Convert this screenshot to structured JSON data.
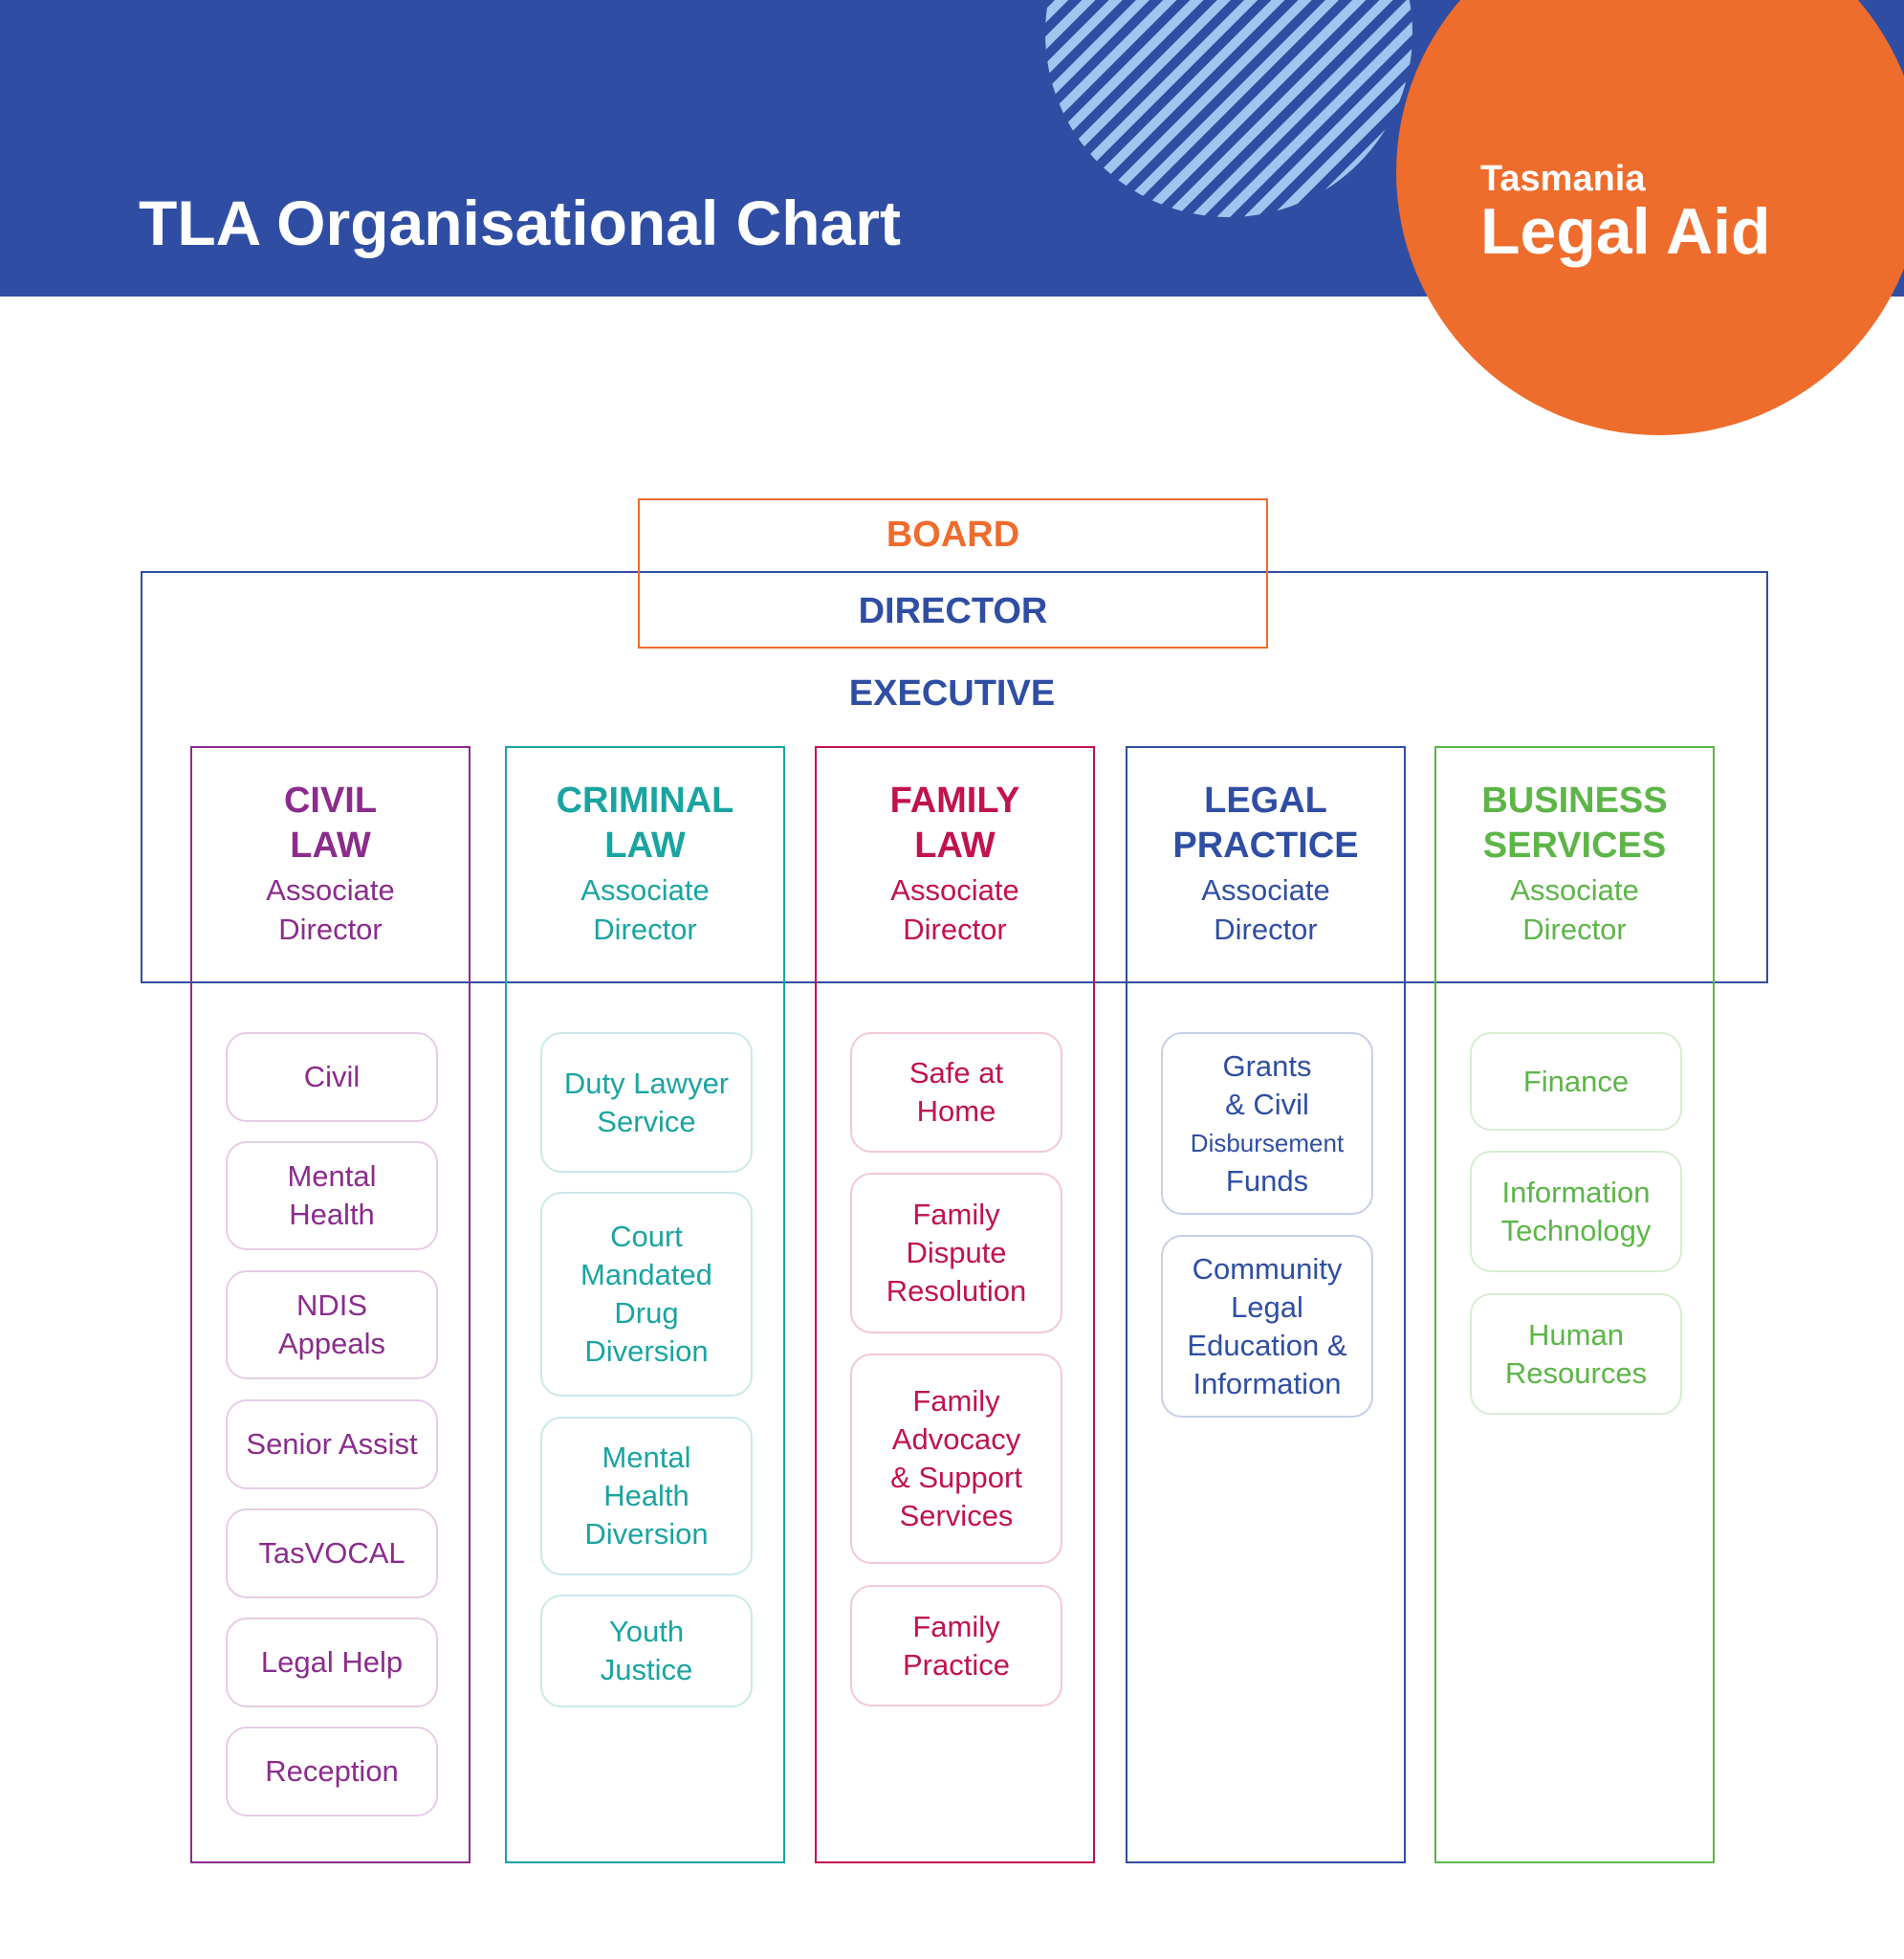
{
  "header": {
    "title": "TLA Organisational Chart",
    "logo_line1": "Tasmania",
    "logo_line2": "Legal Aid"
  },
  "colors": {
    "banner_blue": "#2f4ea3",
    "orange": "#ee6c2c",
    "stripe_light_blue": "#9ec6ee",
    "civil": "#8b2c8c",
    "criminal": "#1aa4a1",
    "family": "#c0134f",
    "legal_practice": "#2f4ea3",
    "business": "#5db548"
  },
  "top": {
    "board": "BOARD",
    "director": "DIRECTOR",
    "executive": "EXECUTIVE"
  },
  "columns": [
    {
      "name": "CIVIL\nLAW",
      "subtitle": "Associate\nDirector",
      "units": [
        "Civil",
        "Mental\nHealth",
        "NDIS\nAppeals",
        "Senior Assist",
        "TasVOCAL",
        "Legal Help",
        "Reception"
      ]
    },
    {
      "name": "CRIMINAL\nLAW",
      "subtitle": "Associate\nDirector",
      "units": [
        "Duty Lawyer\nService",
        "Court\nMandated\nDrug\nDiversion",
        "Mental\nHealth\nDiversion",
        "Youth\nJustice"
      ]
    },
    {
      "name": "FAMILY\nLAW",
      "subtitle": "Associate\nDirector",
      "units": [
        "Safe at\nHome",
        "Family\nDispute\nResolution",
        "Family\nAdvocacy\n& Support\nServices",
        "Family\nPractice"
      ]
    },
    {
      "name": "LEGAL\nPRACTICE",
      "subtitle": "Associate\nDirector",
      "units": [
        "Grants\n& Civil",
        "Disbursement",
        "Funds",
        "Community\nLegal\nEducation &\nInformation"
      ]
    },
    {
      "name": "BUSINESS\nSERVICES",
      "subtitle": "Associate\nDirector",
      "units": [
        "Finance",
        "Information\nTechnology",
        "Human\nResources"
      ]
    }
  ]
}
